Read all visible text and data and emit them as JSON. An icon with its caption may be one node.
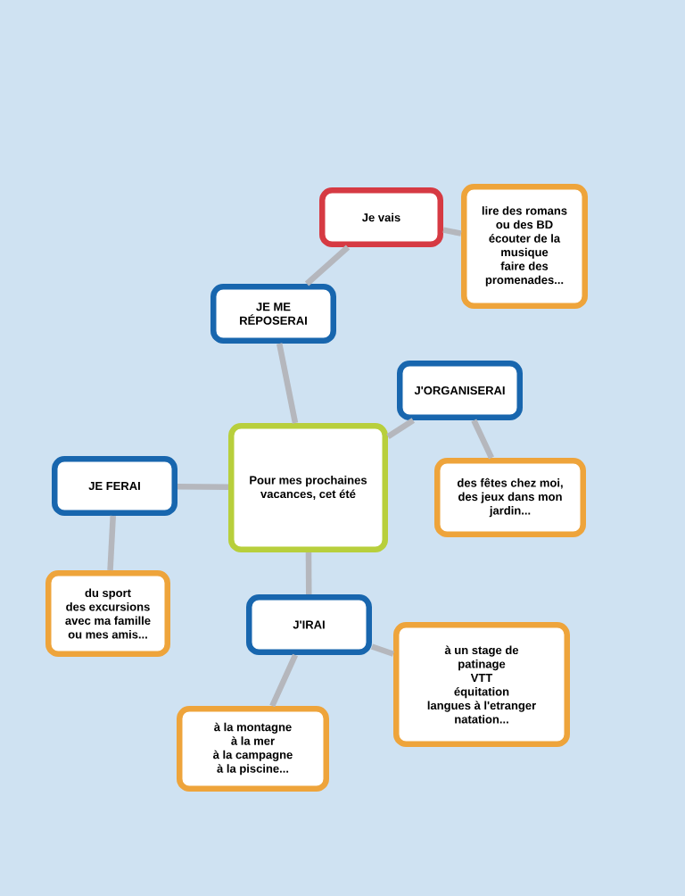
{
  "diagram": {
    "nodes": [
      {
        "text": [
          "Je vais"
        ]
      },
      {
        "text": [
          "lire des romans ou des BD écouter de la musique faire des promenades..."
        ]
      },
      {
        "text": [
          "JE ME RÉPOSERAI"
        ]
      },
      {
        "text": [
          "J'ORGANISERAI"
        ]
      },
      {
        "text": [
          "Pour mes prochaines vacances, cet été"
        ]
      },
      {
        "text": [
          "JE FERAI"
        ]
      },
      {
        "text": [
          "des fêtes chez moi, des jeux dans mon jardin..."
        ]
      },
      {
        "text": [
          "du sport des excursions avec ma famille ou mes amis..."
        ]
      },
      {
        "text": [
          "J'IRAI"
        ]
      },
      {
        "text": [
          "à un stage de patinage VTT équitation langues à l'etranger natation..."
        ]
      },
      {
        "text": [
          "à la montagne à la mer à la campagne à la piscine..."
        ]
      }
    ],
    "edges": [
      {
        "from": 4,
        "to": 2,
        "arrow": "none"
      },
      {
        "from": 2,
        "to": 0,
        "arrow": "none"
      },
      {
        "from": 0,
        "to": 1,
        "arrow": "none"
      },
      {
        "from": 4,
        "to": 3,
        "arrow": "none"
      },
      {
        "from": 3,
        "to": 6,
        "arrow": "none"
      },
      {
        "from": 4,
        "to": 5,
        "arrow": "none"
      },
      {
        "from": 5,
        "to": 7,
        "arrow": "none"
      },
      {
        "from": 4,
        "to": 8,
        "arrow": "none"
      },
      {
        "from": 8,
        "to": 9,
        "arrow": "none"
      },
      {
        "from": 8,
        "to": 10,
        "arrow": "none"
      }
    ]
  }
}
